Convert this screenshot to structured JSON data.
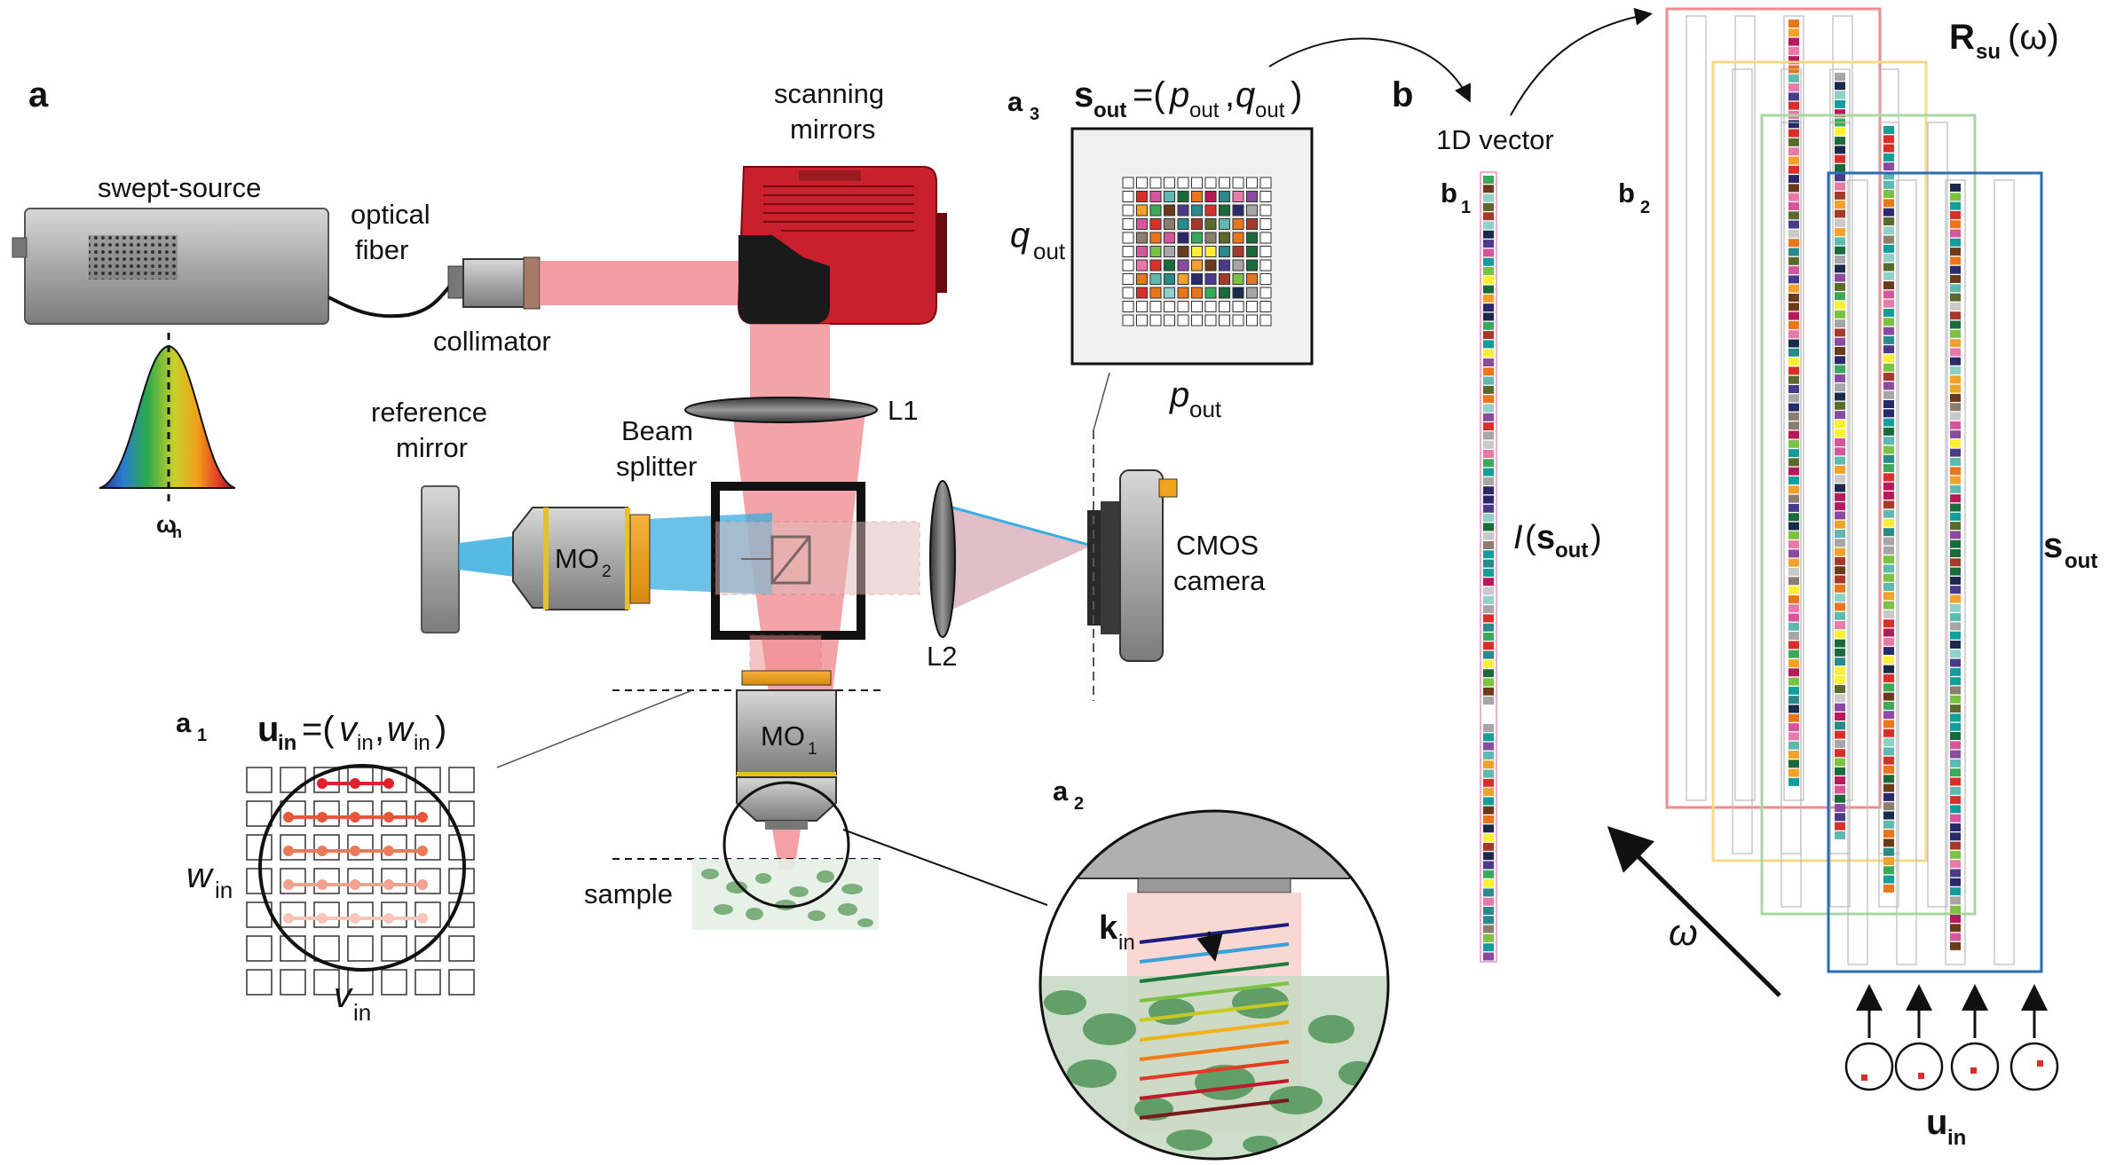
{
  "labels": {
    "panel_a": "a",
    "panel_a1": "a",
    "panel_a1_sub": "1",
    "panel_a2": "a",
    "panel_a2_sub": "2",
    "panel_a3": "a",
    "panel_a3_sub": "3",
    "panel_b": "b",
    "panel_b1": "b",
    "panel_b1_sub": "1",
    "panel_b2": "b",
    "panel_b2_sub": "2",
    "swept_source": "swept-source",
    "omega_n": "ω",
    "omega_n_sub": "n",
    "optical_fiber_1": "optical",
    "optical_fiber_2": "fiber",
    "collimator": "collimator",
    "scanning_mirrors_1": "scanning",
    "scanning_mirrors_2": "mirrors",
    "reference_mirror_1": "reference",
    "reference_mirror_2": "mirror",
    "beam_splitter_1": "Beam",
    "beam_splitter_2": "splitter",
    "mo2": "MO",
    "mo2_sub": "2",
    "mo1": "MO",
    "mo1_sub": "1",
    "l1": "L1",
    "l2": "L2",
    "cmos_1": "CMOS",
    "cmos_2": "camera",
    "sample": "sample",
    "u_in_eq": "u",
    "u_in_sub": "in",
    "u_in_rest": "=(",
    "v_in": "v",
    "v_in_sub": "in",
    "w_in": "w",
    "w_in_sub": "in",
    "comma": ",",
    "close_paren": ")",
    "s_out": "s",
    "s_out_sub": "out",
    "s_out_eq": "=(",
    "p_out": "p",
    "p_out_sub": "out",
    "q_out": "q",
    "q_out_sub": "out",
    "k_in": "k",
    "k_in_sub": "in",
    "one_d_vector": "1D vector",
    "i_sout_i": "I",
    "i_sout_open": "(",
    "i_sout_s": "s",
    "i_sout_sub": "out",
    "i_sout_close": ")",
    "r_su": "R",
    "r_su_sub": "su",
    "r_su_arg": "(ω)",
    "s_out_right": "s",
    "s_out_right_sub": "out",
    "omega": "ω",
    "u_in_bottom": "u",
    "u_in_bottom_sub": "in"
  },
  "colors": {
    "laser_red": "#f08a8f",
    "reference_blue": "#3aaee0",
    "housing_grey": "#8c8c8c",
    "mirror_red": "#c8202c",
    "rsu_frames": [
      "#f08a8f",
      "#f8d98a",
      "#a8d8a0",
      "#2e6bb5"
    ],
    "k_lines": [
      "#1b1b80",
      "#3aa0d8",
      "#1d7a3e",
      "#7cc242",
      "#c8c820",
      "#f2b21a",
      "#ef7a1a",
      "#e33a24",
      "#c01a2a",
      "#7a1a1a"
    ]
  },
  "swatch_palette": [
    "#159d9c",
    "#2a8a8a",
    "#5fb9b0",
    "#a6a6a6",
    "#8c7e6e",
    "#1a6a3a",
    "#3aaa5a",
    "#7cc242",
    "#ffee33",
    "#f2a12a",
    "#e8761c",
    "#d7302a",
    "#b71a5a",
    "#d6569c",
    "#8a4aa0",
    "#4a3a8a",
    "#2a2a6a",
    "#1a2a4a",
    "#6a3a1a",
    "#c9c9c9",
    "#8fd0c8",
    "#e77aa8",
    "#a63a2a",
    "#5a6a2a"
  ]
}
